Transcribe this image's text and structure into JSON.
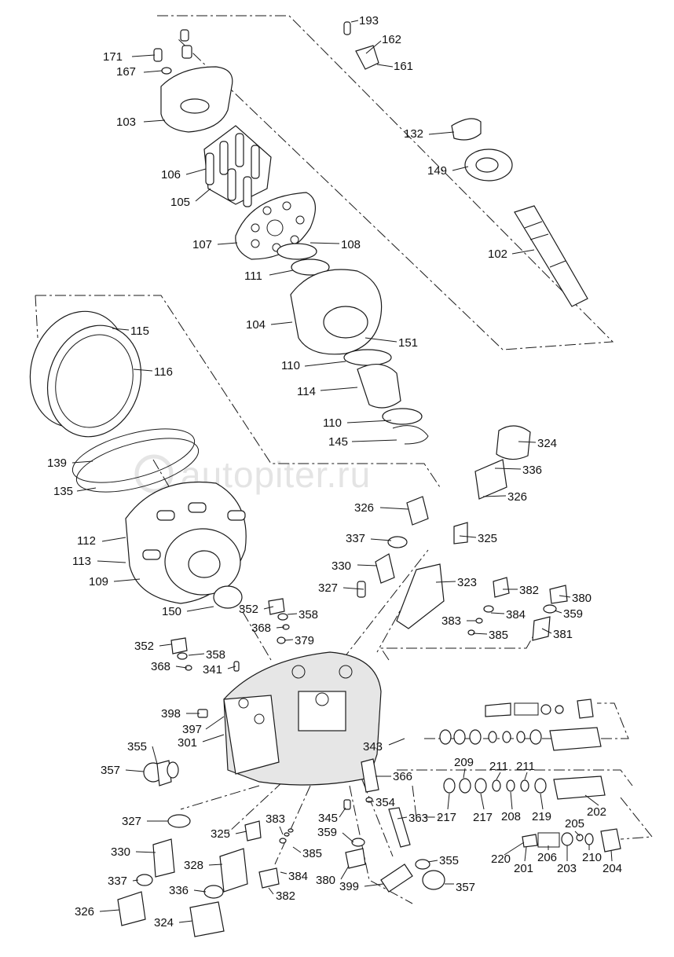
{
  "watermark": {
    "text": "autopiter.ru",
    "color": "#cfcfcf"
  },
  "callouts": [
    {
      "id": "193",
      "text": "193"
    },
    {
      "id": "162",
      "text": "162"
    },
    {
      "id": "161",
      "text": "161"
    },
    {
      "id": "171",
      "text": "171"
    },
    {
      "id": "167",
      "text": "167"
    },
    {
      "id": "103",
      "text": "103"
    },
    {
      "id": "132",
      "text": "132"
    },
    {
      "id": "149",
      "text": "149"
    },
    {
      "id": "106",
      "text": "106"
    },
    {
      "id": "105",
      "text": "105"
    },
    {
      "id": "107",
      "text": "107"
    },
    {
      "id": "108",
      "text": "108"
    },
    {
      "id": "102",
      "text": "102"
    },
    {
      "id": "111",
      "text": "111"
    },
    {
      "id": "104",
      "text": "104"
    },
    {
      "id": "115",
      "text": "115"
    },
    {
      "id": "116",
      "text": "116"
    },
    {
      "id": "151",
      "text": "151"
    },
    {
      "id": "110a",
      "text": "110"
    },
    {
      "id": "114",
      "text": "114"
    },
    {
      "id": "110b",
      "text": "110"
    },
    {
      "id": "145",
      "text": "145"
    },
    {
      "id": "324a",
      "text": "324"
    },
    {
      "id": "139",
      "text": "139"
    },
    {
      "id": "336a",
      "text": "336"
    },
    {
      "id": "135",
      "text": "135"
    },
    {
      "id": "326a",
      "text": "326"
    },
    {
      "id": "326b",
      "text": "326"
    },
    {
      "id": "325a",
      "text": "325"
    },
    {
      "id": "337a",
      "text": "337"
    },
    {
      "id": "112",
      "text": "112"
    },
    {
      "id": "330a",
      "text": "330"
    },
    {
      "id": "113",
      "text": "113"
    },
    {
      "id": "323",
      "text": "323"
    },
    {
      "id": "109",
      "text": "109"
    },
    {
      "id": "327a",
      "text": "327"
    },
    {
      "id": "382a",
      "text": "382"
    },
    {
      "id": "380a",
      "text": "380"
    },
    {
      "id": "150",
      "text": "150"
    },
    {
      "id": "352a",
      "text": "352"
    },
    {
      "id": "358a",
      "text": "358"
    },
    {
      "id": "384a",
      "text": "384"
    },
    {
      "id": "359a",
      "text": "359"
    },
    {
      "id": "368a",
      "text": "368"
    },
    {
      "id": "383a",
      "text": "383"
    },
    {
      "id": "379",
      "text": "379"
    },
    {
      "id": "385a",
      "text": "385"
    },
    {
      "id": "381",
      "text": "381"
    },
    {
      "id": "352b",
      "text": "352"
    },
    {
      "id": "358b",
      "text": "358"
    },
    {
      "id": "368b",
      "text": "368"
    },
    {
      "id": "341",
      "text": "341"
    },
    {
      "id": "398",
      "text": "398"
    },
    {
      "id": "397",
      "text": "397"
    },
    {
      "id": "301",
      "text": "301"
    },
    {
      "id": "343",
      "text": "343"
    },
    {
      "id": "355a",
      "text": "355"
    },
    {
      "id": "209",
      "text": "209"
    },
    {
      "id": "211a",
      "text": "211"
    },
    {
      "id": "211b",
      "text": "211"
    },
    {
      "id": "357a",
      "text": "357"
    },
    {
      "id": "366",
      "text": "366"
    },
    {
      "id": "217a",
      "text": "217"
    },
    {
      "id": "217b",
      "text": "217"
    },
    {
      "id": "208",
      "text": "208"
    },
    {
      "id": "219",
      "text": "219"
    },
    {
      "id": "202",
      "text": "202"
    },
    {
      "id": "354",
      "text": "354"
    },
    {
      "id": "345",
      "text": "345"
    },
    {
      "id": "327b",
      "text": "327"
    },
    {
      "id": "383b",
      "text": "383"
    },
    {
      "id": "363",
      "text": "363"
    },
    {
      "id": "325b",
      "text": "325"
    },
    {
      "id": "359b",
      "text": "359"
    },
    {
      "id": "205",
      "text": "205"
    },
    {
      "id": "330b",
      "text": "330"
    },
    {
      "id": "385b",
      "text": "385"
    },
    {
      "id": "355b",
      "text": "355"
    },
    {
      "id": "220",
      "text": "220"
    },
    {
      "id": "206",
      "text": "206"
    },
    {
      "id": "210",
      "text": "210"
    },
    {
      "id": "328",
      "text": "328"
    },
    {
      "id": "384b",
      "text": "384"
    },
    {
      "id": "380b",
      "text": "380"
    },
    {
      "id": "201",
      "text": "201"
    },
    {
      "id": "203",
      "text": "203"
    },
    {
      "id": "204",
      "text": "204"
    },
    {
      "id": "337b",
      "text": "337"
    },
    {
      "id": "357b",
      "text": "357"
    },
    {
      "id": "336b",
      "text": "336"
    },
    {
      "id": "382b",
      "text": "382"
    },
    {
      "id": "399",
      "text": "399"
    },
    {
      "id": "326c",
      "text": "326"
    },
    {
      "id": "324b",
      "text": "324"
    }
  ]
}
